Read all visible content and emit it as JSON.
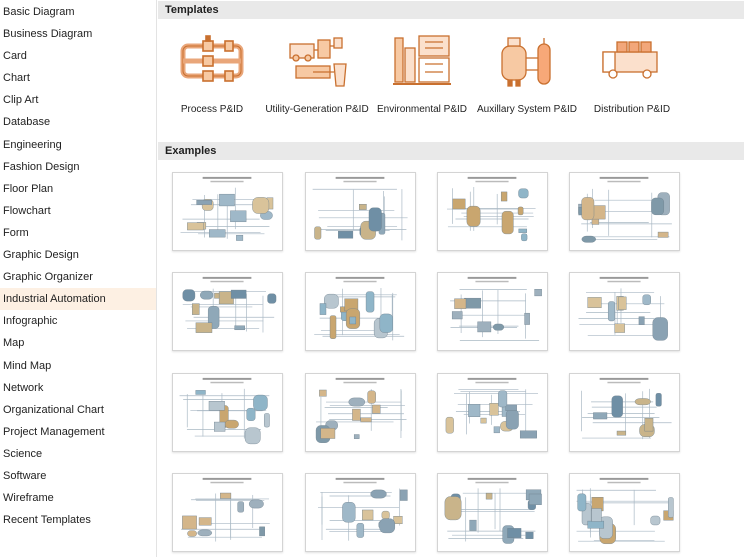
{
  "sidebar": {
    "items": [
      {
        "label": "Basic Diagram"
      },
      {
        "label": "Business Diagram"
      },
      {
        "label": "Card"
      },
      {
        "label": "Chart"
      },
      {
        "label": "Clip Art"
      },
      {
        "label": "Database"
      },
      {
        "label": "Engineering"
      },
      {
        "label": "Fashion Design"
      },
      {
        "label": "Floor Plan"
      },
      {
        "label": "Flowchart"
      },
      {
        "label": "Form"
      },
      {
        "label": "Graphic Design"
      },
      {
        "label": "Graphic Organizer"
      },
      {
        "label": "Industrial Automation"
      },
      {
        "label": "Infographic"
      },
      {
        "label": "Map"
      },
      {
        "label": "Mind Map"
      },
      {
        "label": "Network"
      },
      {
        "label": "Organizational Chart"
      },
      {
        "label": "Project Management"
      },
      {
        "label": "Science"
      },
      {
        "label": "Software"
      },
      {
        "label": "Wireframe"
      },
      {
        "label": "Recent Templates"
      }
    ],
    "selected": "Industrial Automation"
  },
  "templates_section": {
    "title": "Templates",
    "items": [
      {
        "label": "Process P&ID",
        "icon": "pipe-loop-icon"
      },
      {
        "label": "Utility-Generation P&ID",
        "icon": "generator-icon"
      },
      {
        "label": "Environmental P&ID",
        "icon": "plant-building-icon"
      },
      {
        "label": "Auxillary System P&ID",
        "icon": "tank-column-icon"
      },
      {
        "label": "Distribution P&ID",
        "icon": "truck-icon"
      }
    ]
  },
  "examples_section": {
    "title": "Examples",
    "count": 16
  },
  "colors": {
    "accent_orange": "#f2a77a",
    "icon_stroke": "#c9702f",
    "selected_bg": "#fdf0e3",
    "section_header_bg": "#e9e9e9"
  }
}
